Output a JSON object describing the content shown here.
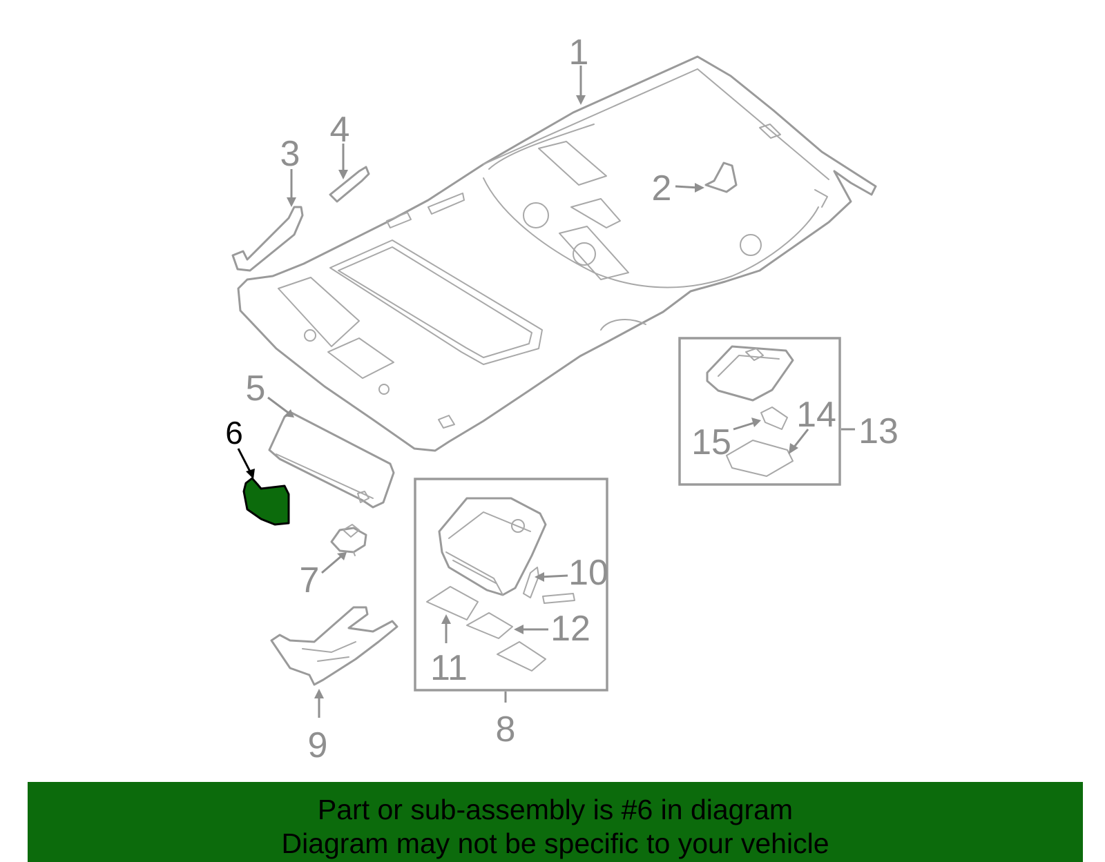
{
  "callouts": {
    "c1": "1",
    "c2": "2",
    "c3": "3",
    "c4": "4",
    "c5": "5",
    "c6": "6",
    "c7": "7",
    "c8": "8",
    "c9": "9",
    "c10": "10",
    "c11": "11",
    "c12": "12",
    "c13": "13",
    "c14": "14",
    "c15": "15"
  },
  "highlight": {
    "part_number": "6",
    "color": "#0c6b0c"
  },
  "colors": {
    "line": "#9a9a9a",
    "highlight_fill": "#0c6b0c",
    "banner": "#0c6b0c"
  },
  "banner": {
    "line1": "Part or sub-assembly is #6 in diagram",
    "line2": "Diagram may not be specific to your vehicle"
  }
}
